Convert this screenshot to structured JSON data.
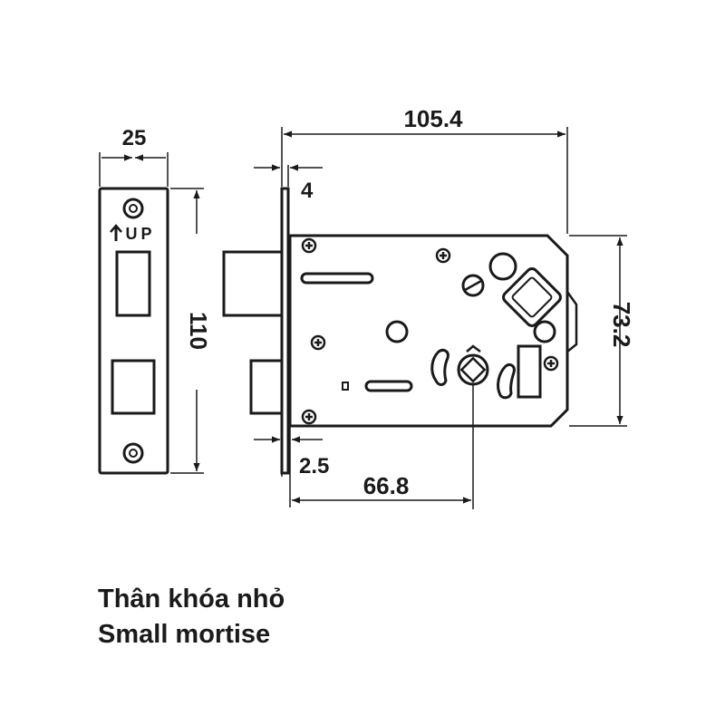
{
  "colors": {
    "line": "#1a1a1a",
    "background": "#ffffff"
  },
  "dimensions": {
    "faceplate_width": "25",
    "faceplate_height": "110",
    "body_length": "105.4",
    "faceplate_thickness": "4",
    "body_height": "73.2",
    "offset": "2.5",
    "backset": "66.8"
  },
  "faceplate": {
    "orientation_label": "UP"
  },
  "caption": {
    "vietnamese": "Thân khóa nhỏ",
    "english": "Small mortise"
  }
}
